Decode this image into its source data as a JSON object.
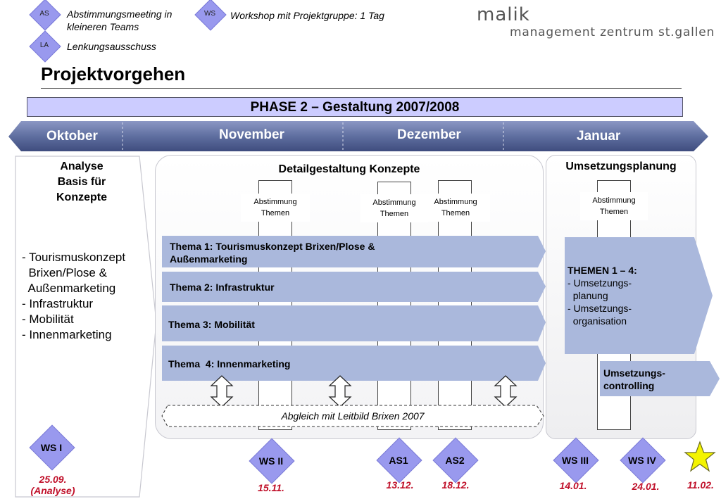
{
  "legend": {
    "as_code": "AS",
    "as_text_line1": "Abstimmungsmeeting in",
    "as_text_line2": "kleineren Teams",
    "ws_code": "WS",
    "ws_text": "Workshop mit Projektgruppe: 1 Tag",
    "la_code": "LA",
    "la_text": "Lenkungsausschuss"
  },
  "logo": {
    "name": "malik",
    "subtitle": "management zentrum st.gallen"
  },
  "title": "Projektvorgehen",
  "phase": "PHASE 2 – Gestaltung 2007/2008",
  "months": [
    "Oktober",
    "November",
    "Dezember",
    "Januar"
  ],
  "analysis": {
    "title_line1": "Analyse",
    "title_line2": "Basis für",
    "title_line3": "Konzepte",
    "items": [
      "- Tourismuskonzept",
      "  Brixen/Plose &",
      "  Außenmarketing",
      "- Infrastruktur",
      "- Mobilität",
      "- Innenmarketing"
    ]
  },
  "detail": {
    "title": "Detailgestaltung Konzepte",
    "sync_line1": "Abstimmung",
    "sync_line2": "Themen",
    "themes": [
      {
        "line1": "Thema 1: Tourismuskonzept Brixen/Plose &",
        "line2": "Außenmarketing"
      },
      {
        "line1": "Thema 2: Infrastruktur",
        "line2": ""
      },
      {
        "line1": "Thema 3: Mobilität",
        "line2": ""
      },
      {
        "line1": "Thema  4: Innenmarketing",
        "line2": ""
      }
    ],
    "leitbild": "Abgleich mit Leitbild Brixen 2007"
  },
  "implementation": {
    "title": "Umsetzungsplanung",
    "sync_line1": "Abstimmung",
    "sync_line2": "Themen",
    "themes_title": "THEMEN 1 – 4:",
    "themes_lines": [
      "- Umsetzungs-",
      "  planung",
      "- Umsetzungs-",
      "  organisation"
    ],
    "controlling_line1": "Umsetzungs-",
    "controlling_line2": "controlling"
  },
  "milestones": [
    {
      "label": "WS I",
      "date": "25.09.",
      "date2": "(Analyse)"
    },
    {
      "label": "WS II",
      "date": "15.11."
    },
    {
      "label": "AS1",
      "date": "13.12."
    },
    {
      "label": "AS2",
      "date": "18.12."
    },
    {
      "label": "WS III",
      "date": "14.01."
    },
    {
      "label": "WS IV",
      "date": "24.01."
    },
    {
      "label": "",
      "date": "11.02."
    }
  ],
  "colors": {
    "milestone_fill": "#9999ee",
    "phase_fill": "#ccccff",
    "theme_fill": "#aab8dc",
    "timeline_fill": "#5f6fa0",
    "date_color": "#c0102a",
    "star_fill": "#f4f400"
  }
}
